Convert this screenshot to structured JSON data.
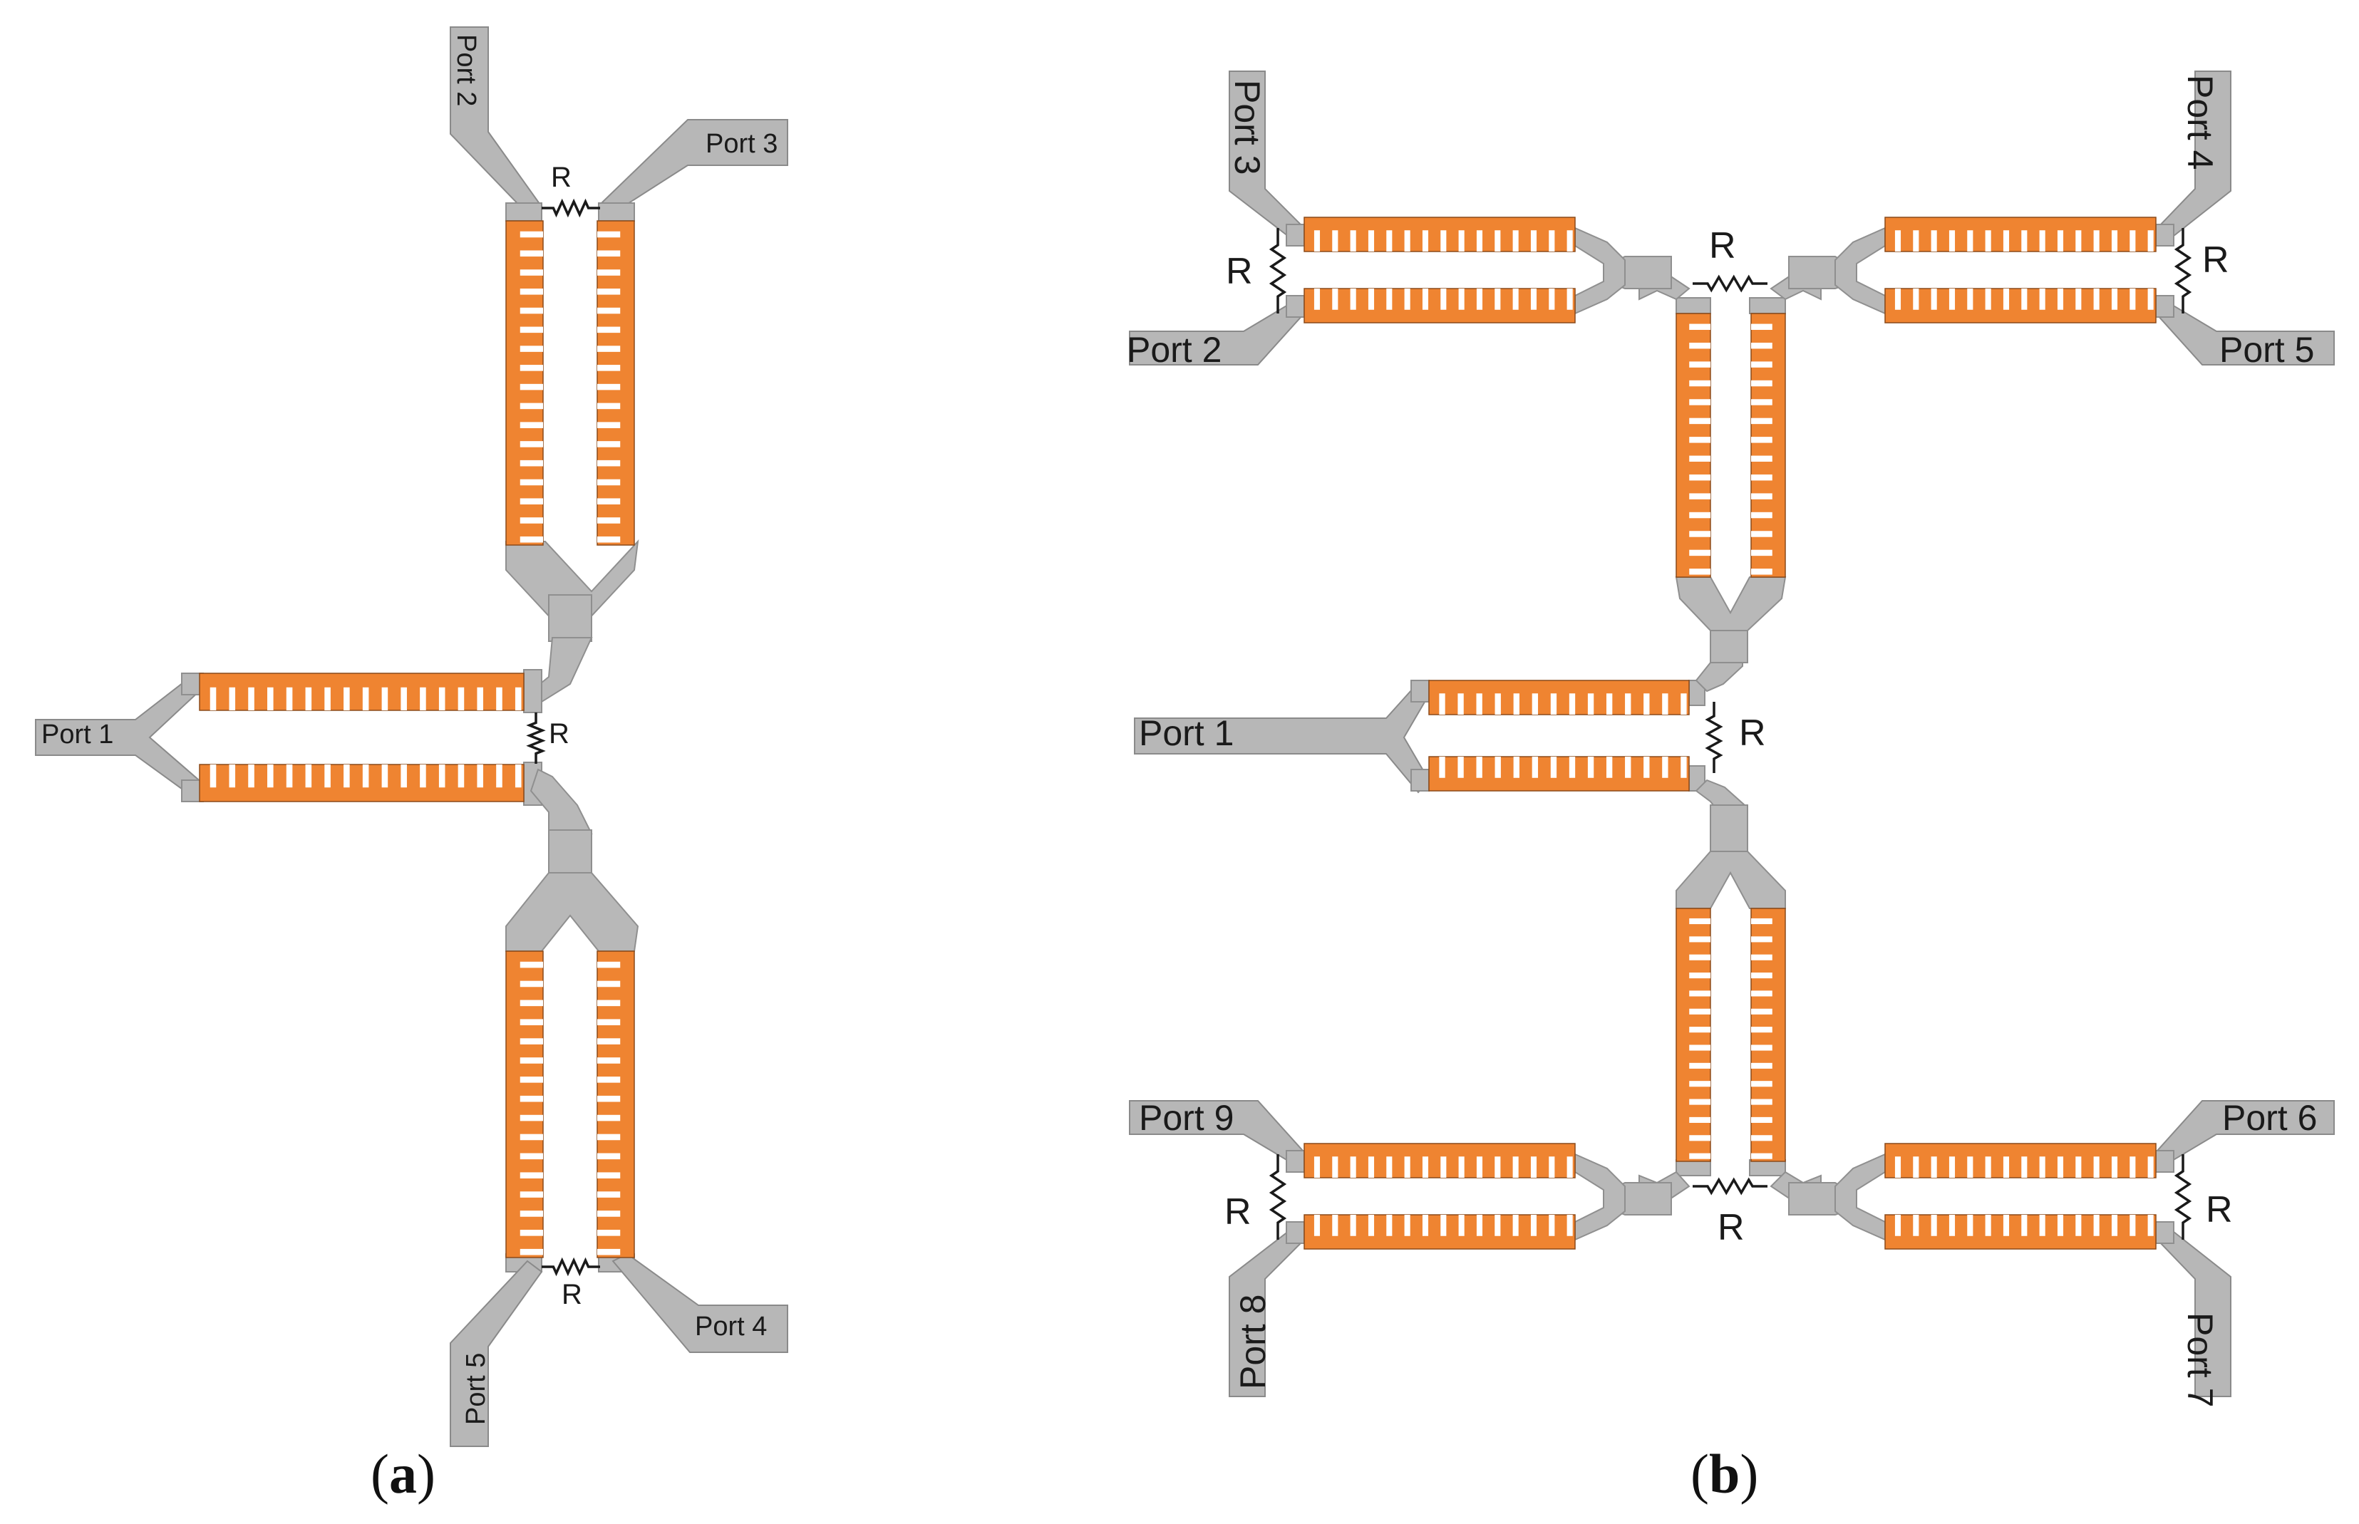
{
  "figure": {
    "panels": [
      {
        "id": "a",
        "caption_letter": "a",
        "ports": [
          "Port 1",
          "Port 2",
          "Port 3",
          "Port 4",
          "Port 5"
        ],
        "resistor_label": "R"
      },
      {
        "id": "b",
        "caption_letter": "b",
        "ports": [
          "Port 1",
          "Port 2",
          "Port 3",
          "Port 4",
          "Port 5",
          "Port 6",
          "Port 7",
          "Port 8",
          "Port 9"
        ],
        "resistor_label": "R"
      }
    ]
  },
  "colors": {
    "strip": "#ef8431",
    "line": "#b8b8b8",
    "resistor": "#1a1a1a",
    "background": "#ffffff"
  }
}
